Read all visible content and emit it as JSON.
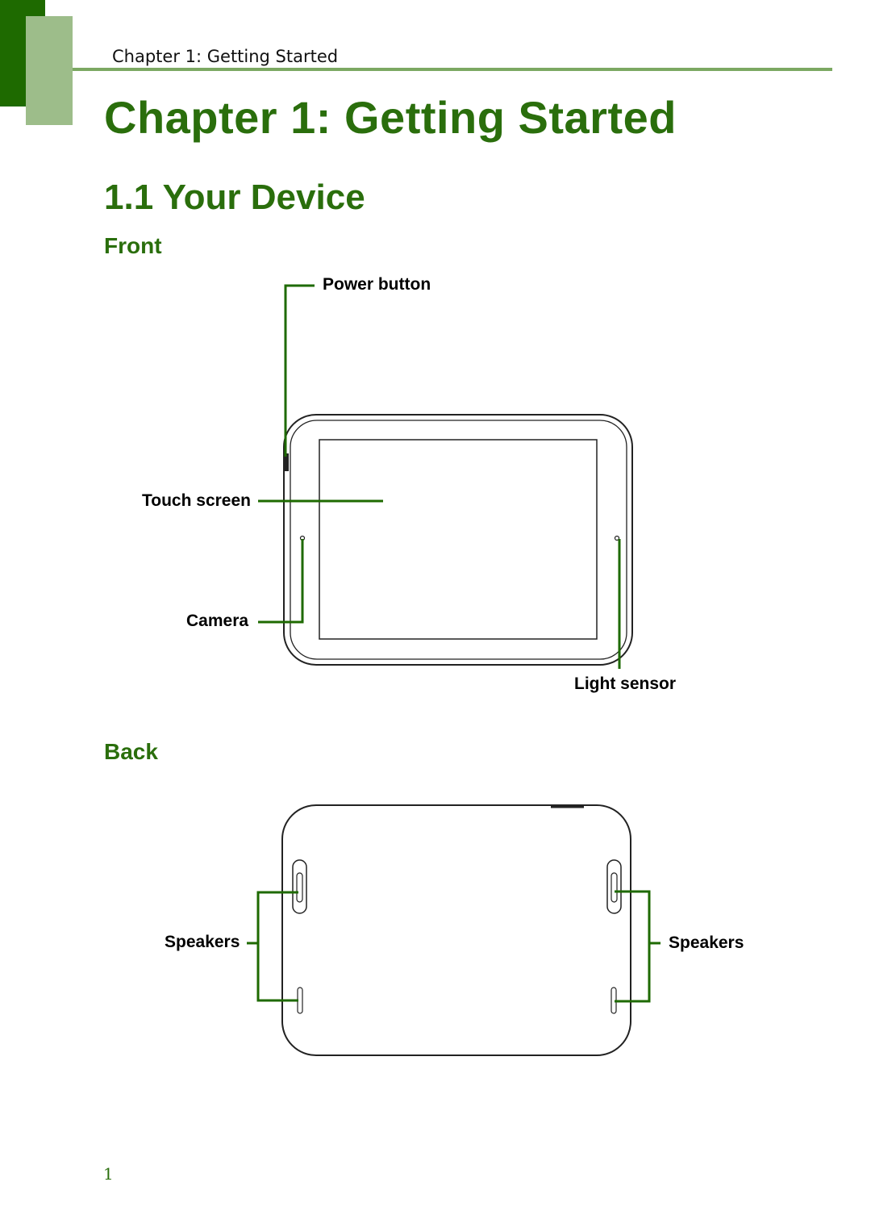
{
  "header": {
    "running_title": "Chapter 1: Getting Started"
  },
  "chapter": {
    "title": "Chapter 1: Getting Started"
  },
  "section": {
    "title": "1.1 Your Device"
  },
  "front": {
    "heading": "Front",
    "labels": {
      "power_button": "Power button",
      "touch_screen": "Touch screen",
      "camera": "Camera",
      "light_sensor": "Light sensor"
    }
  },
  "back": {
    "heading": "Back",
    "labels": {
      "speakers_left": "Speakers",
      "speakers_right": "Speakers"
    }
  },
  "footer": {
    "page_number": "1"
  },
  "colors": {
    "accent": "#2a6e0c",
    "accent_light": "#9dbd8a",
    "rule": "#7ba862",
    "callout": "#1e6a00"
  }
}
